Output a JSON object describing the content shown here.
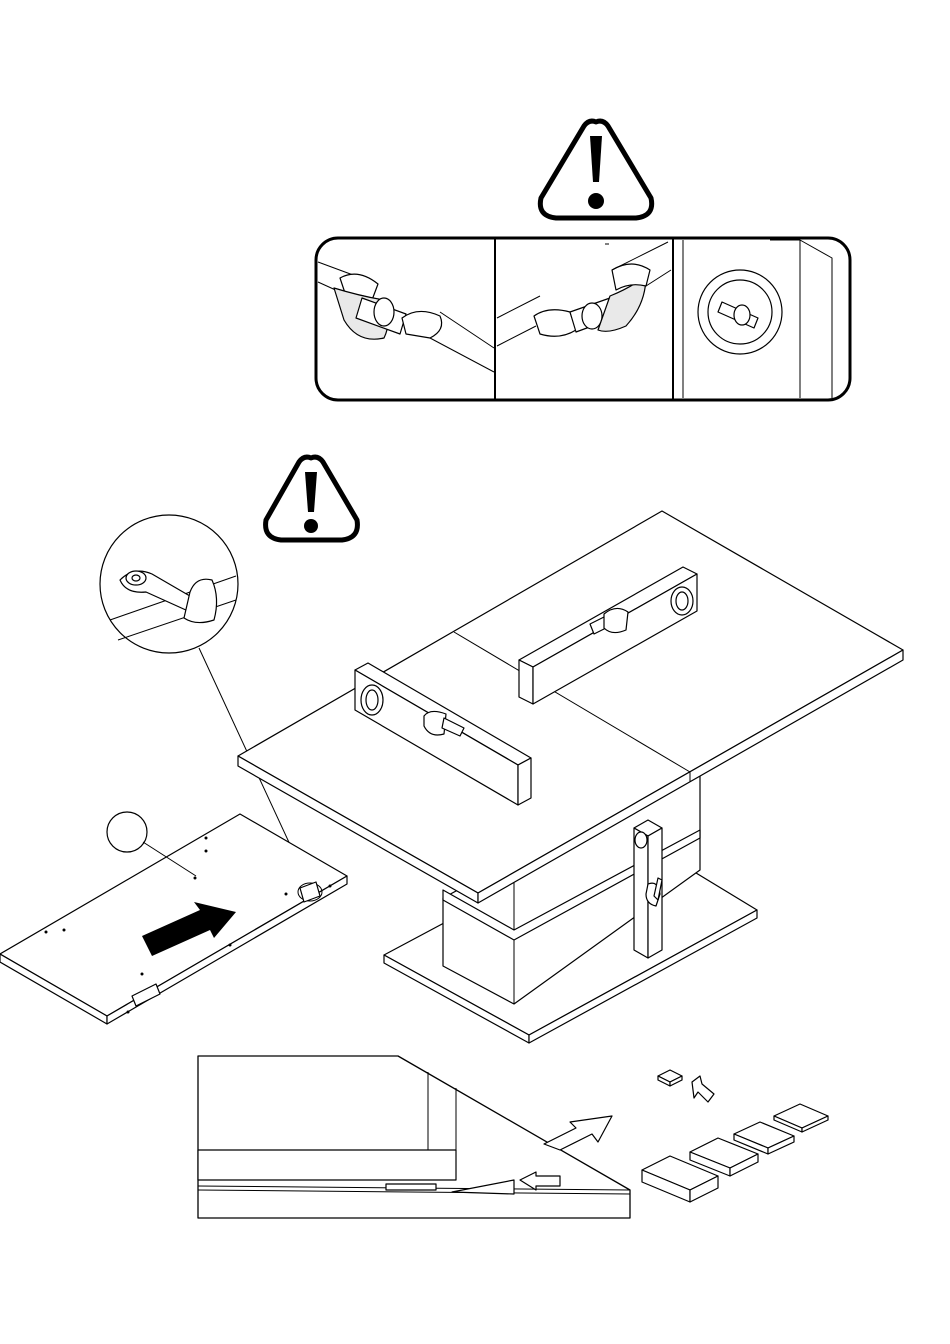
{
  "figure": {
    "warning_signs": [
      "warning-icon",
      "warning-icon"
    ],
    "panels": [
      "level-detail-left",
      "level-detail-right",
      "level-detail-circular"
    ],
    "colors": {
      "line": "#000000",
      "background": "#ffffff",
      "shade": "#e9e9e9"
    }
  }
}
